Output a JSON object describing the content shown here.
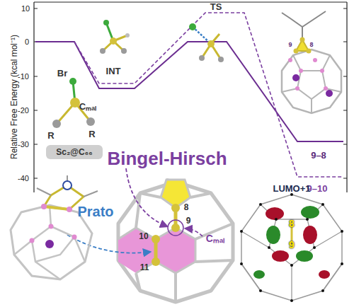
{
  "diagram": {
    "nodes": [
      {
        "text": [
          "Sc₂@C₆₆"
        ]
      }
    ],
    "labels": [
      "Relative Free Energy (kcal mol⁻¹)",
      "10",
      "0",
      "-10",
      "-20",
      "-30",
      "-40",
      "INT",
      "TS",
      "Br",
      "Cₘₐₗ",
      "R",
      "R",
      "9",
      "8",
      "9–8",
      "9–10",
      "Bingel-Hirsch",
      "Prato",
      "8",
      "9",
      "10",
      "11",
      "Cₘₐₗ",
      "LUMO+1",
      "8",
      "9"
    ]
  }
}
